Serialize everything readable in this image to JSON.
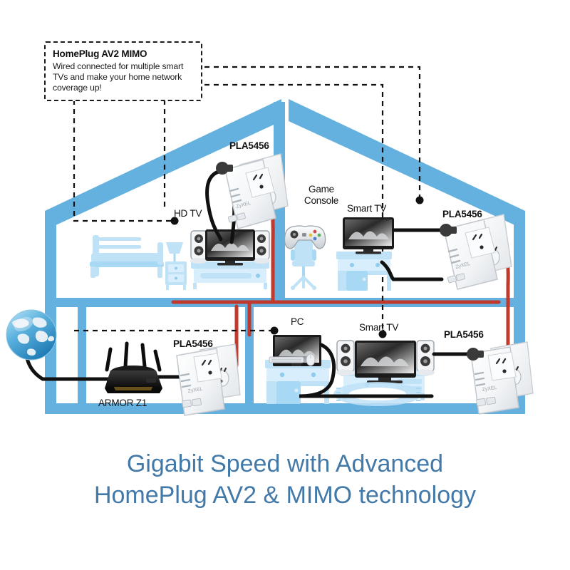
{
  "callout": {
    "title": "HomePlug AV2 MIMO",
    "body": "Wired connected for multiple smart TVs and make your home network coverage up!"
  },
  "labels": {
    "adapter_attic": "PLA5456",
    "adapter_upper_right": "PLA5456",
    "adapter_lower_left": "PLA5456",
    "adapter_lower_right": "PLA5456",
    "hd_tv": "HD TV",
    "game_console_line1": "Game",
    "game_console_line2": "Console",
    "smart_tv_upper": "Smart TV",
    "smart_tv_lower": "Smart TV",
    "pc": "PC",
    "router": "ARMOR Z1"
  },
  "caption": {
    "line1": "Gigabit Speed with Advanced",
    "line2": "HomePlug AV2 & MIMO technology"
  },
  "colors": {
    "house_blue": "#64b1df",
    "furniture_blue": "#bfe2f7",
    "furniture_blue_dark": "#8ecbee",
    "powerline_red": "#c0392b",
    "cable_black": "#111111",
    "caption_blue": "#4279a8",
    "globe_blue": "#2f93c9"
  },
  "icons": {
    "globe": "globe-icon",
    "router": "router-icon",
    "gamepad": "gamepad-icon",
    "adapter": "powerline-adapter-icon",
    "outlet": "wall-outlet-icon",
    "tv": "tv-icon",
    "speaker": "speaker-icon",
    "bed": "bed-icon",
    "lamp": "lamp-icon",
    "nightstand": "nightstand-icon",
    "desk": "desk-icon",
    "office_chair": "office-chair-icon",
    "monitor": "monitor-icon",
    "rug": "rug-icon",
    "plant": "plant-icon"
  }
}
